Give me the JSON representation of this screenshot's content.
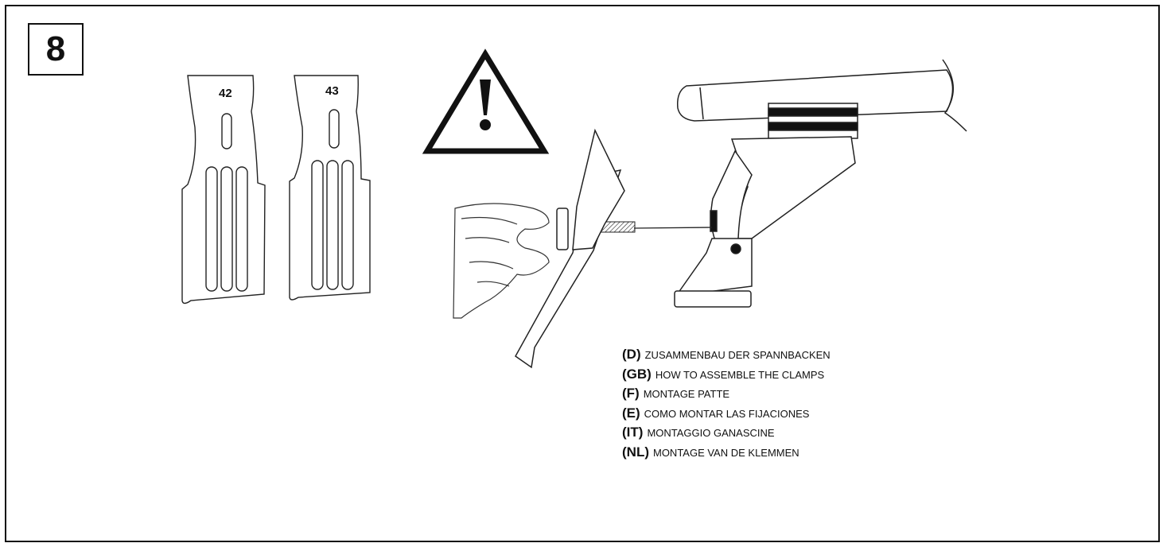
{
  "step_number": "8",
  "jaws": [
    {
      "number": "42"
    },
    {
      "number": "43"
    }
  ],
  "warning_icon": "warning-triangle-icon",
  "captions": [
    {
      "code": "(D)",
      "text": "ZUSAMMENBAU DER SPANNBACKEN"
    },
    {
      "code": "(GB)",
      "text": "HOW TO ASSEMBLE THE CLAMPS"
    },
    {
      "code": "(F)",
      "text": "MONTAGE PATTE"
    },
    {
      "code": "(E)",
      "text": "COMO MONTAR LAS FIJACIONES"
    },
    {
      "code": "(IT)",
      "text": "MONTAGGIO GANASCINE"
    },
    {
      "code": "(NL)",
      "text": "MONTAGE VAN DE KLEMMEN"
    }
  ]
}
